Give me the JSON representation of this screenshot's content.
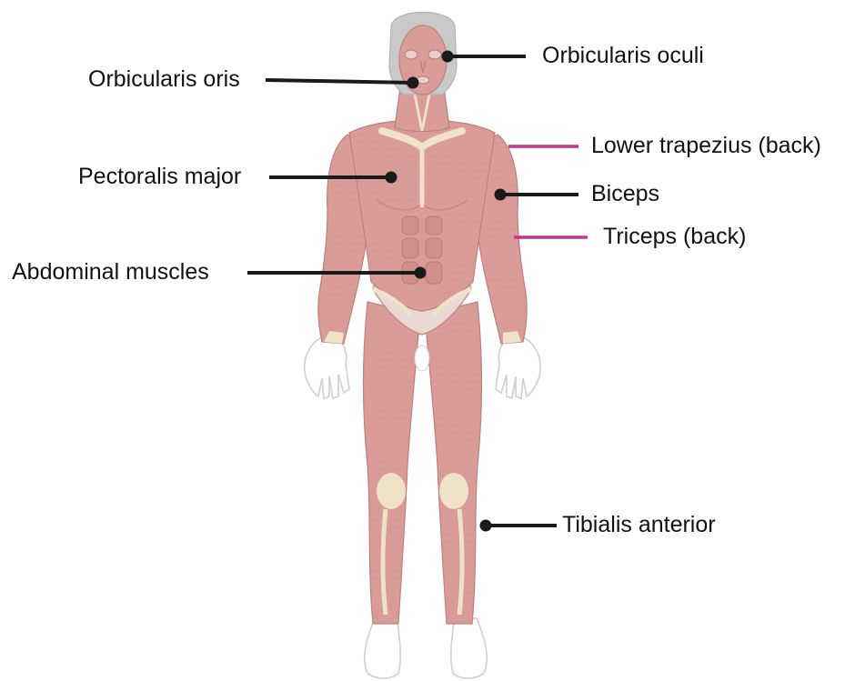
{
  "diagram": {
    "labels": {
      "orbicularis_oculi": "Orbicularis oculi",
      "orbicularis_oris": "Orbicularis oris",
      "lower_trapezius": "Lower trapezius (back)",
      "pectoralis_major": "Pectoralis major",
      "biceps": "Biceps",
      "triceps": "Triceps (back)",
      "abdominal_muscles": "Abdominal muscles",
      "tibialis_anterior": "Tibialis anterior"
    },
    "colors": {
      "front_leader": "#1a1a1a",
      "back_leader": "#c2358e",
      "muscle": "#d99c98",
      "muscle_dark": "#c98682",
      "tendon": "#efe2c6",
      "skin_outline": "#e9e9e9",
      "hair": "#c9c9c9"
    }
  }
}
